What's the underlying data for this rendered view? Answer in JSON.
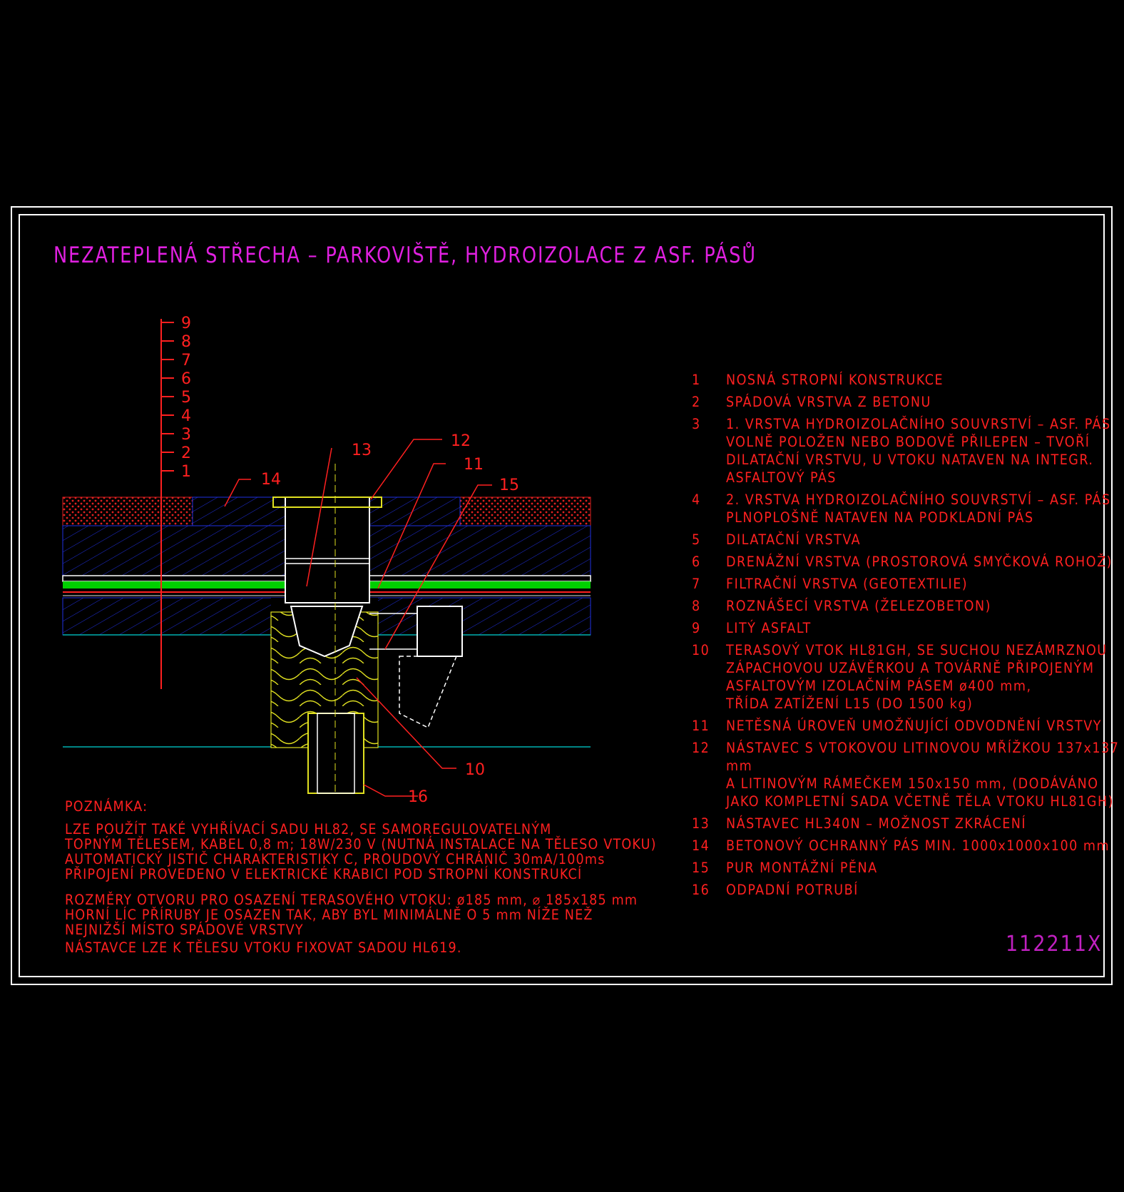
{
  "title": "NEZATEPLENÁ STŘECHA – PARKOVIŠTĚ, HYDROIZOLACE Z ASF. PÁSŮ",
  "drawing_code": "112211X",
  "colors": {
    "background": "#000000",
    "frame": "#ffffff",
    "title": "#e020e0",
    "text": "#ff2020",
    "concrete_hatch": "#2020d0",
    "asphalt": "#d02020",
    "drainage": "#00e000",
    "insulation": "#e0e020",
    "pipe": "#ffffff",
    "ceiling_line": "#00b0b0"
  },
  "layer_scale": [
    "9",
    "8",
    "7",
    "6",
    "5",
    "4",
    "3",
    "2",
    "1"
  ],
  "callouts": [
    "13",
    "12",
    "11",
    "15",
    "14",
    "10",
    "16"
  ],
  "legend": [
    {
      "num": "1",
      "text": "NOSNÁ STROPNÍ KONSTRUKCE"
    },
    {
      "num": "2",
      "text": "SPÁDOVÁ VRSTVA Z BETONU"
    },
    {
      "num": "3",
      "text": "1. VRSTVA HYDROIZOLAČNÍHO SOUVRSTVÍ – ASF. PÁS\nVOLNĚ POLOŽEN NEBO BODOVĚ PŘILEPEN – TVOŘÍ\nDILATAČNÍ VRSTVU, U VTOKU NATAVEN NA INTEGR.\nASFALTOVÝ PÁS"
    },
    {
      "num": "4",
      "text": "2. VRSTVA HYDROIZOLAČNÍHO SOUVRSTVÍ – ASF. PÁS\nPLNOPLOŠNĚ NATAVEN NA PODKLADNÍ PÁS"
    },
    {
      "num": "5",
      "text": "DILATAČNÍ VRSTVA"
    },
    {
      "num": "6",
      "text": "DRENÁŽNÍ VRSTVA (PROSTOROVÁ SMYČKOVÁ ROHOŽ)"
    },
    {
      "num": "7",
      "text": "FILTRAČNÍ VRSTVA (GEOTEXTILIE)"
    },
    {
      "num": "8",
      "text": "ROZNÁŠECÍ VRSTVA (ŽELEZOBETON)"
    },
    {
      "num": "9",
      "text": "LITÝ ASFALT"
    },
    {
      "num": "10",
      "text": "TERASOVÝ VTOK HL81GH, SE SUCHOU NEZÁMRZNOU\nZÁPACHOVOU UZÁVĚRKOU A TOVÁRNĚ PŘIPOJENÝM\nASFALTOVÝM IZOLAČNÍM PÁSEM ø400 mm,\nTŘÍDA ZATÍŽENÍ L15 (DO 1500 kg)"
    },
    {
      "num": "11",
      "text": "NETĚSNÁ ÚROVEŇ UMOŽŇUJÍCÍ ODVODNĚNÍ VRSTVY"
    },
    {
      "num": "12",
      "text": "NÁSTAVEC S VTOKOVOU LITINOVOU MŘÍŽKOU 137x137 mm\nA LITINOVÝM RÁMEČKEM 150x150 mm, (DODÁVÁNO\nJAKO KOMPLETNÍ SADA VČETNĚ TĚLA VTOKU HL81GH)"
    },
    {
      "num": "13",
      "text": "NÁSTAVEC HL340N – MOŽNOST ZKRÁCENÍ"
    },
    {
      "num": "14",
      "text": "BETONOVÝ OCHRANNÝ PÁS MIN. 1000x1000x100 mm"
    },
    {
      "num": "15",
      "text": "PUR MONTÁŽNÍ PĚNA"
    },
    {
      "num": "16",
      "text": "ODPADNÍ POTRUBÍ"
    }
  ],
  "note": {
    "heading": "POZNÁMKA:",
    "paragraph1": "LZE POUŽÍT TAKÉ VYHŘÍVACÍ SADU HL82, SE SAMOREGULOVATELNÝM\nTOPNÝM TĚLESEM, KABEL 0,8 m; 18W/230 V (NUTNÁ INSTALACE NA TĚLESO VTOKU)\nAUTOMATICKÝ JISTIČ CHARAKTERISTIKY C, PROUDOVÝ CHRÁNIČ 30mA/100ms\nPŘIPOJENÍ PROVEDENO V ELEKTRICKÉ KRABICI POD STROPNÍ KONSTRUKCÍ",
    "paragraph2": "ROZMĚRY OTVORU PRO OSAZENÍ TERASOVÉHO VTOKU: ø185 mm, ⌀ 185x185 mm\nHORNÍ LÍC PŘÍRUBY JE OSAZEN TAK, ABY BYL MINIMÁLNĚ O 5 mm NÍŽE NEŽ\nNEJNIŽŠÍ MÍSTO SPÁDOVÉ VRSTVY",
    "paragraph3": "NÁSTAVCE LZE K TĚLESU VTOKU FIXOVAT SADOU HL619."
  }
}
